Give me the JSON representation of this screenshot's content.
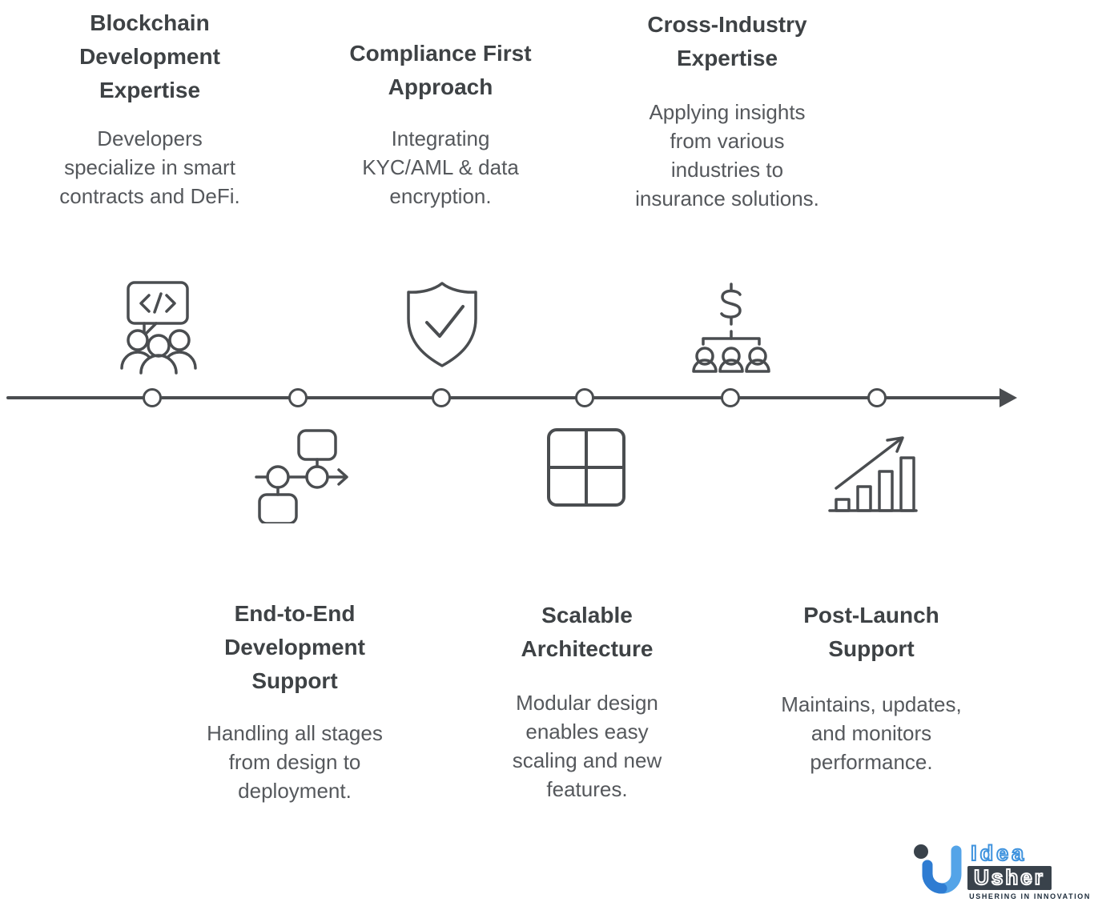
{
  "features": {
    "top": [
      {
        "title": "Blockchain\nDevelopment\nExpertise",
        "description": "Developers\nspecialize in smart\ncontracts and DeFi.",
        "icon": "team-code"
      },
      {
        "title": "Compliance First\nApproach",
        "description": "Integrating\nKYC/AML & data\nencryption.",
        "icon": "shield-check"
      },
      {
        "title": "Cross-Industry\nExpertise",
        "description": "Applying insights\nfrom various\nindustries to\ninsurance solutions.",
        "icon": "dollar-org-chart"
      }
    ],
    "bottom": [
      {
        "title": "End-to-End\nDevelopment\nSupport",
        "description": "Handling all stages\nfrom design to\ndeployment.",
        "icon": "flowchart"
      },
      {
        "title": "Scalable\nArchitecture",
        "description": "Modular design\nenables easy\nscaling and new\nfeatures.",
        "icon": "grid"
      },
      {
        "title": "Post-Launch\nSupport",
        "description": "Maintains, updates,\nand monitors\nperformance.",
        "icon": "growth-chart"
      }
    ]
  },
  "timeline": {
    "node_count": 6,
    "direction": "left-to-right-arrow"
  },
  "logo": {
    "name": "Idea",
    "name2": "Usher",
    "tagline": "USHERING IN INNOVATION"
  },
  "colors": {
    "stroke_gray": "#4a4d50",
    "title_text": "#3e4245",
    "body_text": "#55585c",
    "logo_blue": "#2e7cd2",
    "logo_light_blue": "#54a4e8",
    "logo_dark_slate": "#39424b",
    "tagline_navy": "#1c2b3a"
  }
}
